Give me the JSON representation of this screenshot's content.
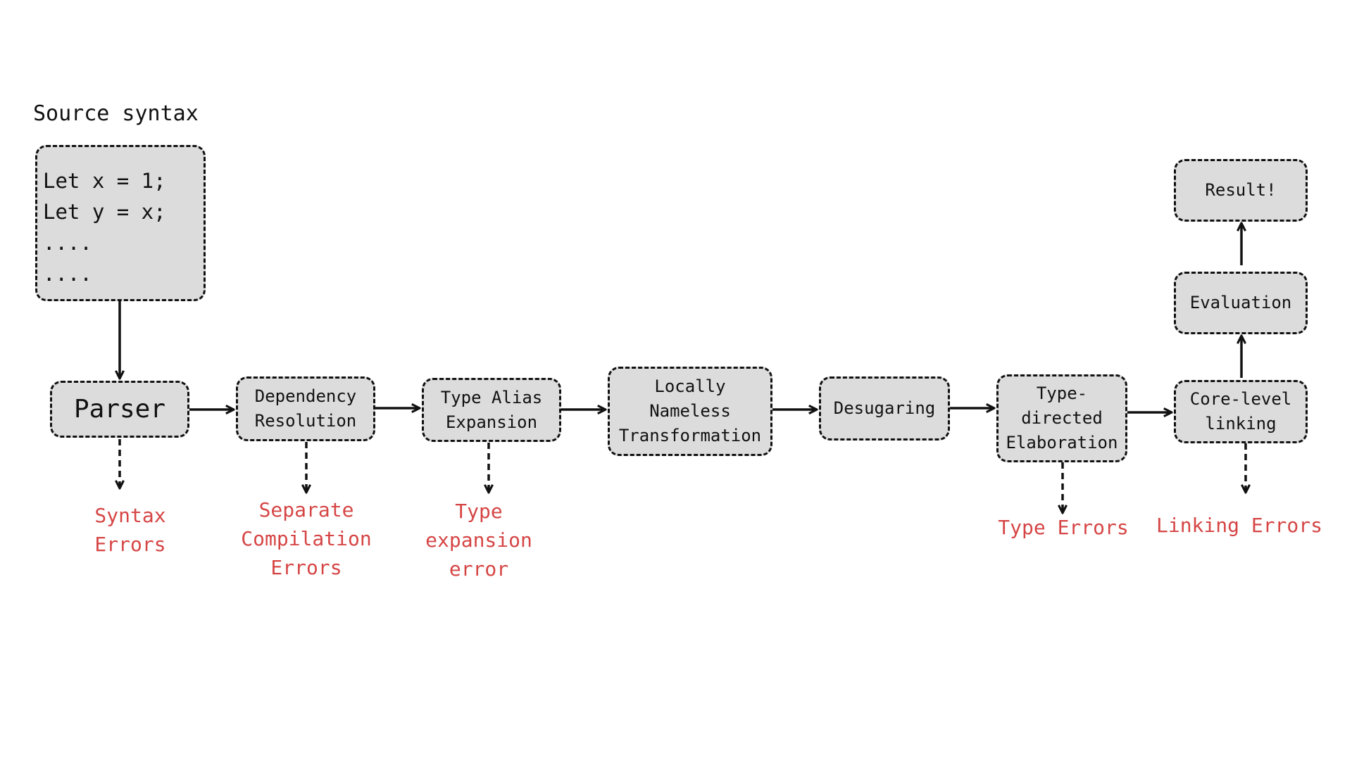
{
  "source": {
    "caption": "Source syntax",
    "code": "Let x = 1;\nLet y = x;\n....\n...."
  },
  "stages": {
    "parser": "Parser",
    "dependency": "Dependency\nResolution",
    "alias": "Type Alias\nExpansion",
    "nameless": "Locally\nNameless\nTransformation",
    "desugaring": "Desugaring",
    "elaboration": "Type-\ndirected\nElaboration",
    "linking": "Core-level\nlinking",
    "evaluation": "Evaluation",
    "result": "Result!"
  },
  "errors": {
    "syntax": "Syntax\nErrors",
    "separate": "Separate\nCompilation\nErrors",
    "expansion": "Type\nexpansion\nerror",
    "type": "Type Errors",
    "linking": "Linking Errors"
  },
  "colors": {
    "box_fill": "#dcdcdc",
    "border": "#111111",
    "error_text": "#d64545"
  }
}
